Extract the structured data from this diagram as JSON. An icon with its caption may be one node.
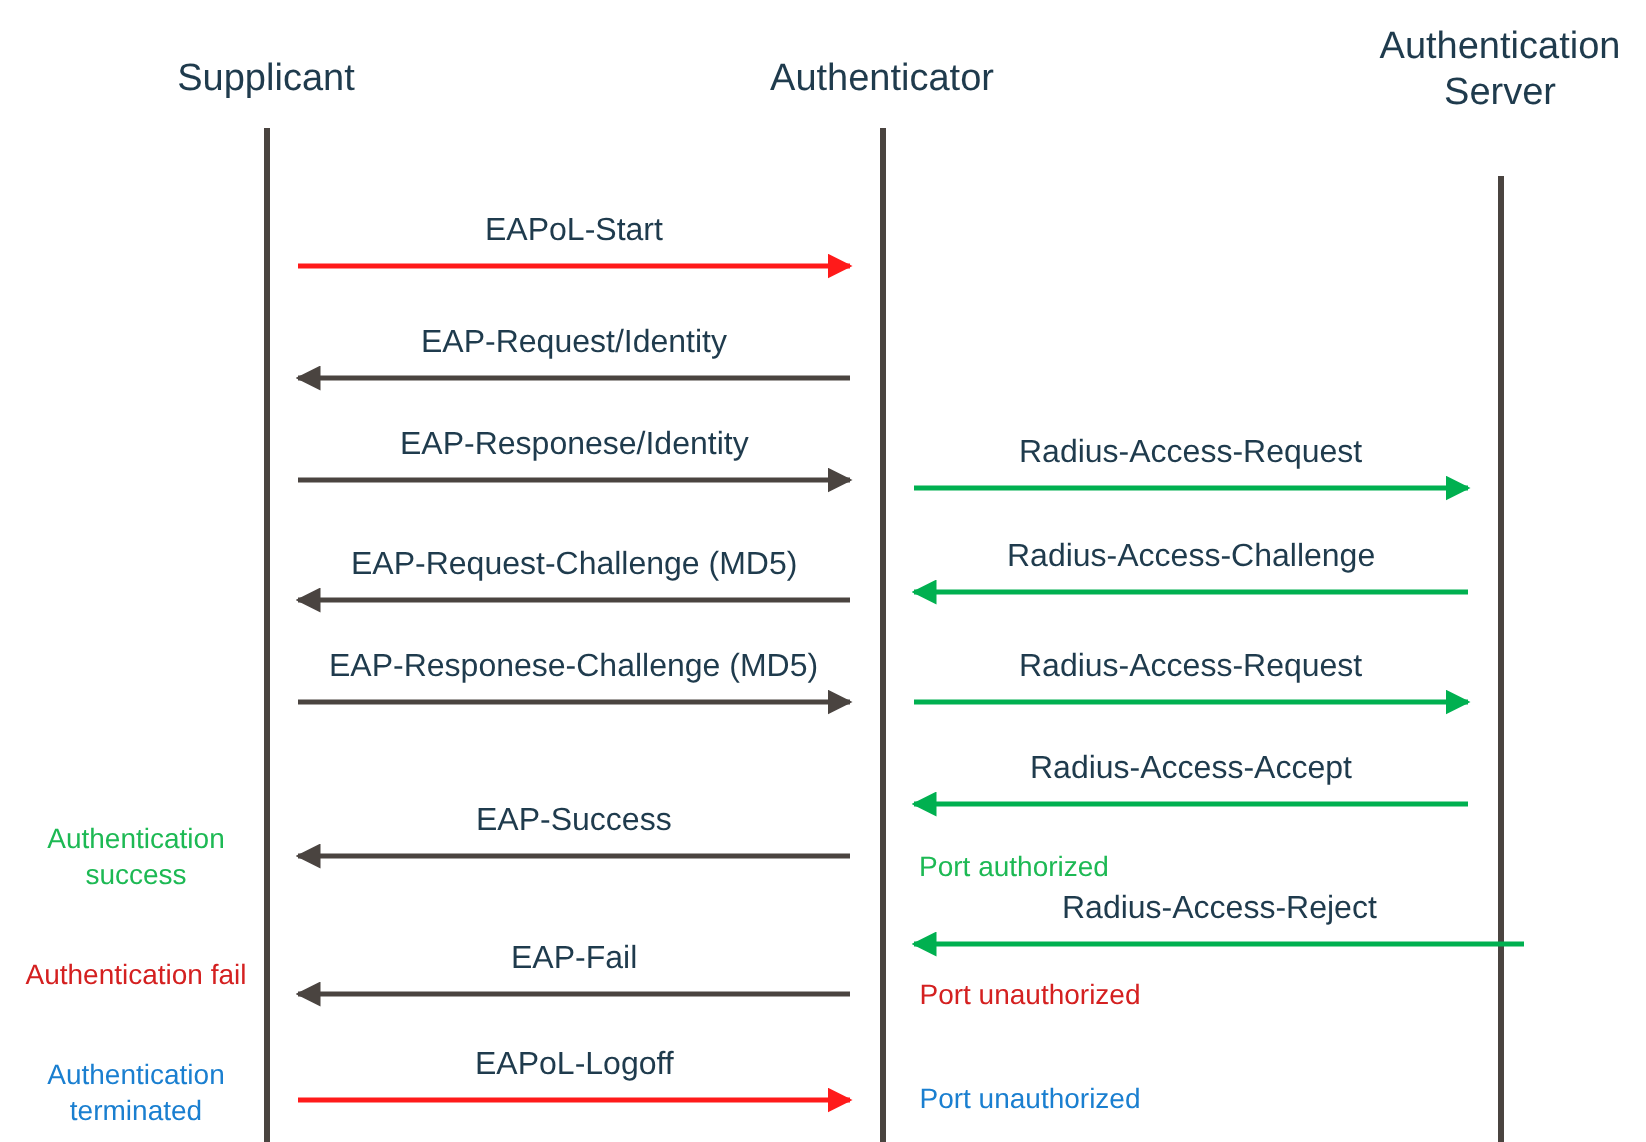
{
  "diagram": {
    "nodes": [
      {
        "text": [
          "Supplicant"
        ]
      },
      {
        "text": [
          "Authenticator"
        ]
      },
      {
        "text": [
          "Authentication Server"
        ]
      }
    ],
    "edges": [
      {
        "from": 0,
        "to": 1,
        "arrow": "to",
        "label": "EAPoL-Start",
        "color": "#ff1a1a"
      },
      {
        "from": 1,
        "to": 0,
        "arrow": "to",
        "label": "EAP-Request/Identity"
      },
      {
        "from": 0,
        "to": 1,
        "arrow": "to",
        "label": "EAP-Responese/Identity"
      },
      {
        "from": 1,
        "to": 2,
        "arrow": "to",
        "label": "Radius-Access-Request",
        "color": "#00b050"
      },
      {
        "from": 2,
        "to": 1,
        "arrow": "to",
        "label": "Radius-Access-Challenge",
        "color": "#00b050"
      },
      {
        "from": 1,
        "to": 0,
        "arrow": "to",
        "label": "EAP-Request-Challenge (MD5)"
      },
      {
        "from": 0,
        "to": 1,
        "arrow": "to",
        "label": "EAP-Responese-Challenge (MD5)"
      },
      {
        "from": 1,
        "to": 2,
        "arrow": "to",
        "label": "Radius-Access-Request",
        "color": "#00b050"
      },
      {
        "from": 2,
        "to": 1,
        "arrow": "to",
        "label": "Radius-Access-Accept",
        "color": "#00b050"
      },
      {
        "from": 1,
        "to": 0,
        "arrow": "to",
        "label": "EAP-Success"
      },
      {
        "from": 2,
        "to": 1,
        "arrow": "to",
        "label": "Radius-Access-Reject",
        "color": "#00b050"
      },
      {
        "from": 1,
        "to": 0,
        "arrow": "to",
        "label": "EAP-Fail"
      },
      {
        "from": 0,
        "to": 1,
        "arrow": "to",
        "label": "EAPoL-Logoff",
        "color": "#ff1a1a"
      }
    ],
    "labels": [
      "Authentication success",
      "Port authorized",
      "Authentication fail",
      "Port unauthorized",
      "Authentication terminated",
      "Port unauthorized"
    ]
  }
}
